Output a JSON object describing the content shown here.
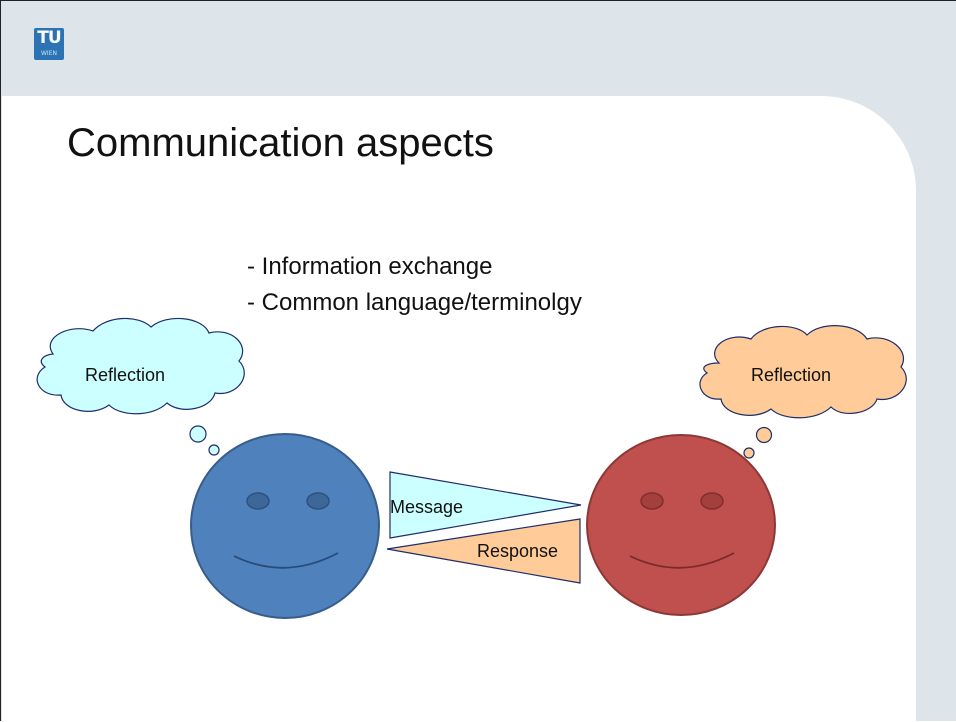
{
  "logo": {
    "letters": "TU",
    "sub": "WIEN"
  },
  "title": "Communication aspects",
  "bullets": [
    "- Information exchange",
    "- Common language/terminolgy"
  ],
  "diagram": {
    "left_cloud": "Reflection",
    "right_cloud": "Reflection",
    "message": "Message",
    "response": "Response"
  },
  "colors": {
    "background": "#dde4ea",
    "cloud_left": "#ccffff",
    "cloud_right": "#ffcc99",
    "face_left": "#4f81bd",
    "face_right": "#c0504d"
  }
}
